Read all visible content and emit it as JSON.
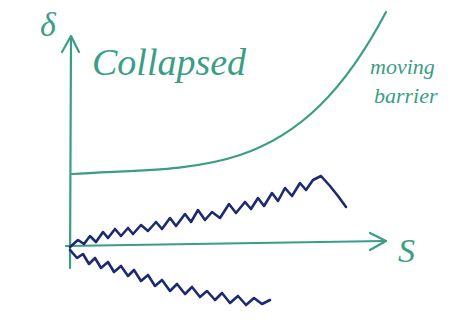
{
  "diagram": {
    "labels": [
      "δ",
      "Collapsed",
      "moving",
      "barrier",
      "S"
    ]
  }
}
